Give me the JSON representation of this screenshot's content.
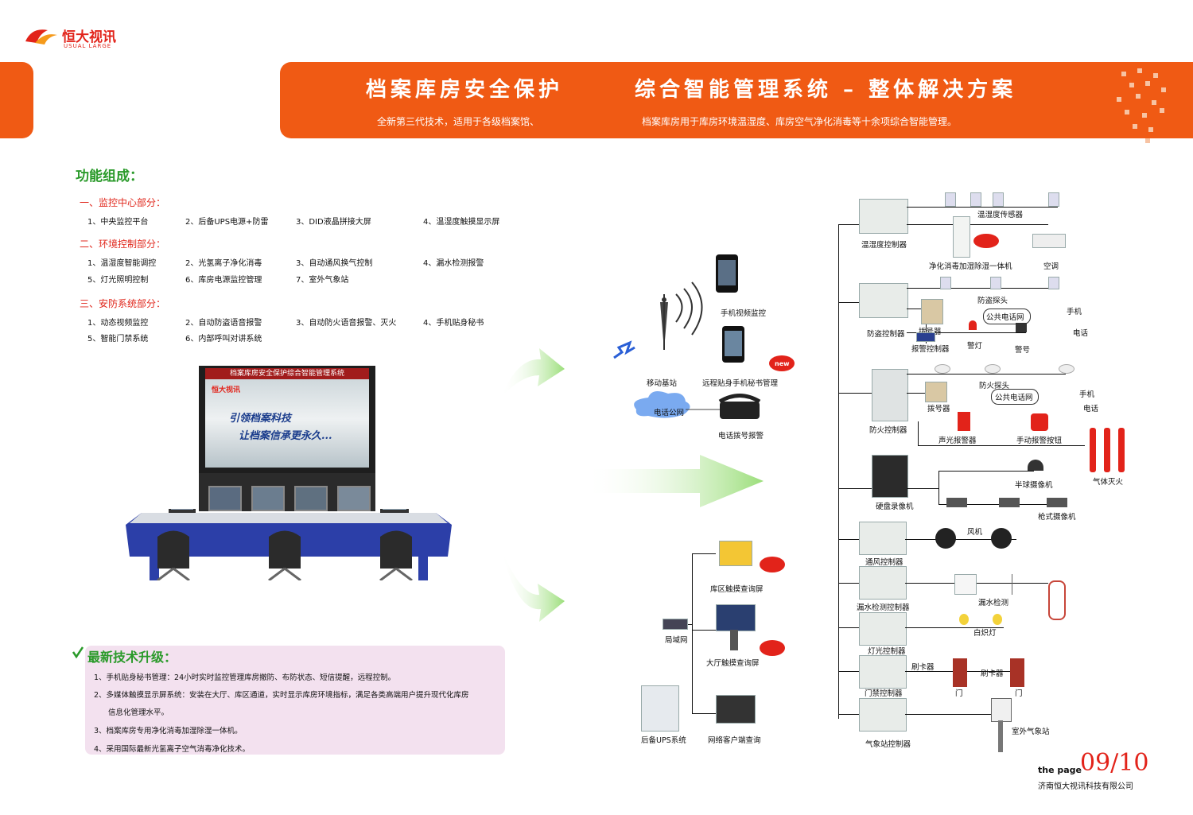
{
  "logo": {
    "name": "恒大视讯",
    "tagline": "USUAL   LARGE"
  },
  "banner": {
    "title_left": "档案库房安全保护",
    "title_right": "综合智能管理系统 – 整体解决方案",
    "sub_left": "全新第三代技术，适用于各级档案馆、",
    "sub_right": "档案库房用于库房环境温湿度、库房空气净化消毒等十余项综合智能管理。"
  },
  "functions": {
    "title": "功能组成：",
    "groups": [
      {
        "heading": "一、监控中心部分：",
        "items": [
          "1、中央监控平台",
          "2、后备UPS电源+防雷",
          "3、DID液晶拼接大屏",
          "4、温湿度触摸显示屏"
        ]
      },
      {
        "heading": "二、环境控制部分：",
        "items": [
          "1、温湿度智能调控",
          "2、光氢离子净化消毒",
          "3、自动通风换气控制",
          "4、漏水检测报警",
          "5、灯光照明控制",
          "6、库房电源监控管理",
          "7、室外气象站"
        ]
      },
      {
        "heading": "三、安防系统部分：",
        "items": [
          "1、动态视频监控",
          "2、自动防盗语音报警",
          "3、自动防火语音报警、灭火",
          "4、手机贴身秘书",
          "5、智能门禁系统",
          "6、内部呼叫对讲系统"
        ]
      }
    ]
  },
  "monitor": {
    "header": "档案库房安全保护综合智能管理系统",
    "logo": "恒大视讯",
    "slogan1": "引领档案科技",
    "slogan2": "让档案信承更永久..."
  },
  "upgrades": {
    "title": "最新技术升级：",
    "items": [
      "1、手机贴身秘书管理：24小时实时监控管理库房撤防、布防状态、短信提醒，远程控制。",
      "2、多媒体触摸显示屏系统：安装在大厅、库区通道，实时显示库房环境指标，满足各类高端用户提升现代化库房",
      "信息化管理水平。",
      "3、档案库房专用净化消毒加湿除湿一体机。",
      "4、采用国际最新光氢离子空气消毒净化技术。"
    ]
  },
  "middle": {
    "phone_monitor": "手机视频监控",
    "base_station": "移动基站",
    "remote_phone": "远程贴身手机秘书管理",
    "phone_network": "电话公网",
    "dial_alarm": "电话拨号报警",
    "touch_screen_area": "库区触摸查询屏",
    "lan": "局域网",
    "touch_screen_hall": "大厅触摸查询屏",
    "ups": "后备UPS系统",
    "client": "网络客户端查询",
    "new_badge": "new"
  },
  "right": {
    "temp_sensor": "温湿度传感器",
    "temp_controller": "温湿度控制器",
    "purifier": "净化消毒加湿除湿一体机",
    "aircon": "空调",
    "theft_probe": "防盗探头",
    "phone_public1": "公共电话网",
    "mobile1": "手机",
    "phone1": "电话",
    "theft_controller": "防盗控制器",
    "dialer1": "拨号器",
    "alarm_controller": "报警控制器",
    "warn_light": "警灯",
    "siren": "警号",
    "fire_probe": "防火探头",
    "phone_public2": "公共电话网",
    "mobile2": "手机",
    "phone2": "电话",
    "dialer2": "拨号器",
    "fire_controller": "防火控制器",
    "sound_light_alarm": "声光报警器",
    "manual_button": "手动报警按钮",
    "gas_fire": "气体灭火",
    "dome_camera": "半球摄像机",
    "dvr": "硬盘录像机",
    "gun_camera": "枪式摄像机",
    "fan": "风机",
    "vent_controller": "通风控制器",
    "leak_controller": "漏水检测控制器",
    "leak_detect": "漏水检测",
    "light_controller": "灯光控制器",
    "bulb": "白炽灯",
    "card_reader1": "刷卡器",
    "door1": "门",
    "card_reader2": "刷卡器",
    "door2": "门",
    "access_controller": "门禁控制器",
    "weather_station": "室外气象站",
    "weather_controller": "气象站控制器"
  },
  "footer": {
    "the_page": "the page",
    "page_num": "09/10",
    "company": "济南恒大视讯科技有限公司"
  },
  "colors": {
    "accent": "#f05a14",
    "heading_green": "#2a9a2a",
    "red": "#e0271c"
  }
}
